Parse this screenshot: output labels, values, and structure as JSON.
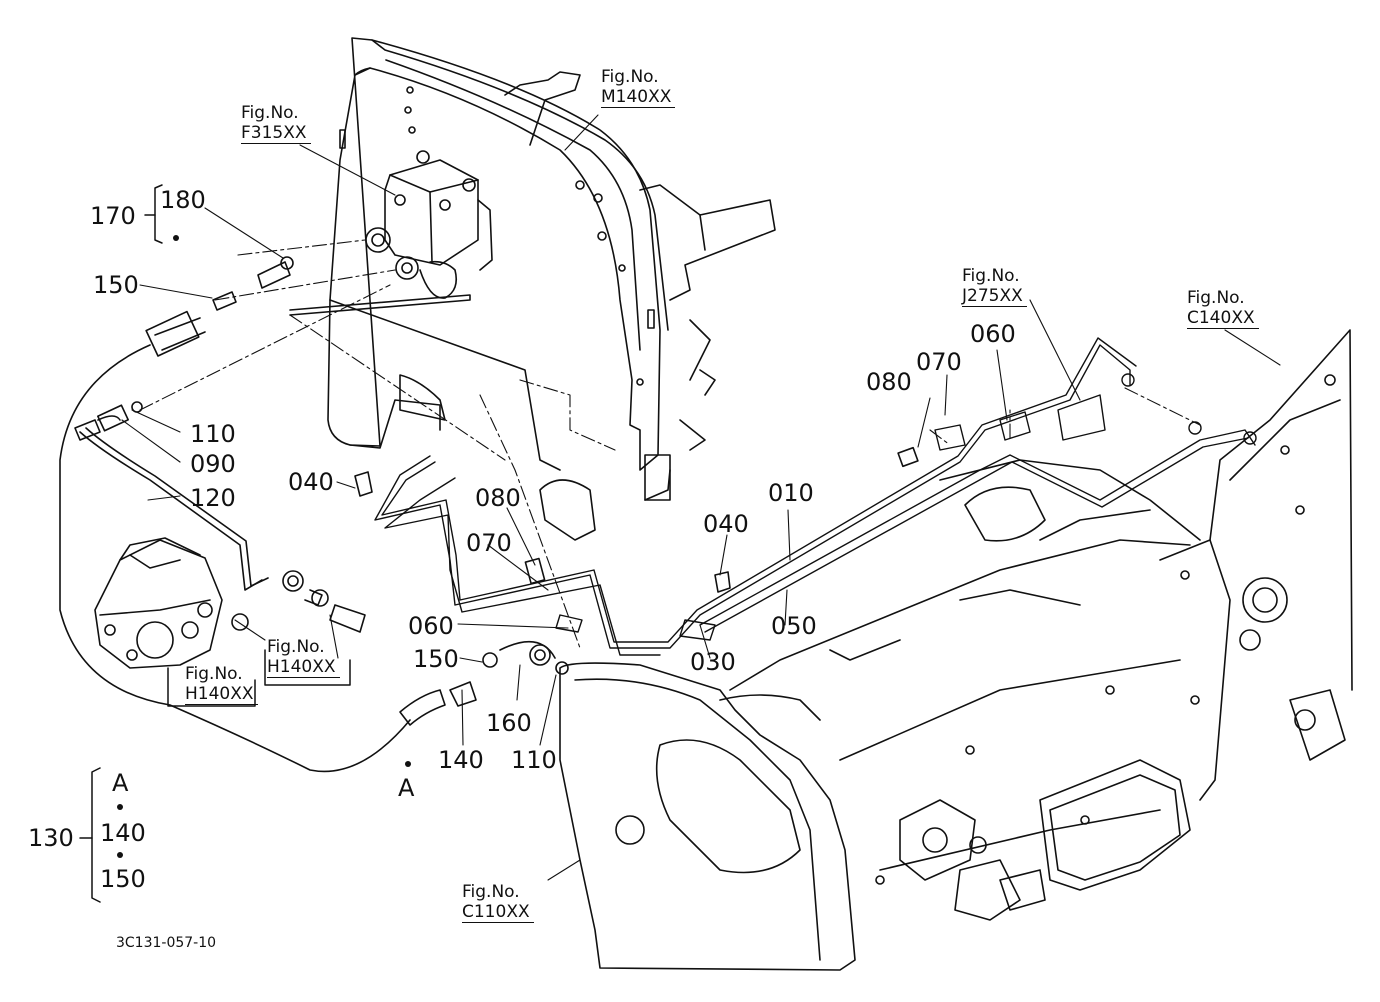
{
  "diagram_code": "3C131-057-10",
  "fig_refs": [
    {
      "id": "m140",
      "prefix": "Fig.No.",
      "code": "M140XX"
    },
    {
      "id": "f315",
      "prefix": "Fig.No.",
      "code": "F315XX"
    },
    {
      "id": "j275",
      "prefix": "Fig.No.",
      "code": "J275XX"
    },
    {
      "id": "c140",
      "prefix": "Fig.No.",
      "code": "C140XX"
    },
    {
      "id": "h140a",
      "prefix": "Fig.No.",
      "code": "H140XX"
    },
    {
      "id": "h140b",
      "prefix": "Fig.No.",
      "code": "H140XX"
    },
    {
      "id": "c110",
      "prefix": "Fig.No.",
      "code": "C110XX"
    }
  ],
  "part_labels": {
    "p170": "170",
    "p180": "180",
    "p150a": "150",
    "p110a": "110",
    "p090": "090",
    "p120": "120",
    "p040a": "040",
    "p080a": "080",
    "p070a": "070",
    "p060a": "060",
    "p150b": "150",
    "p160": "160",
    "p110b": "110",
    "p140": "140",
    "pA": "A",
    "p010": "010",
    "p040b": "040",
    "p050": "050",
    "p030": "030",
    "p080b": "080",
    "p070b": "070",
    "p060b": "060"
  },
  "kit": {
    "number": "130",
    "items": [
      "A",
      "140",
      "150"
    ]
  }
}
